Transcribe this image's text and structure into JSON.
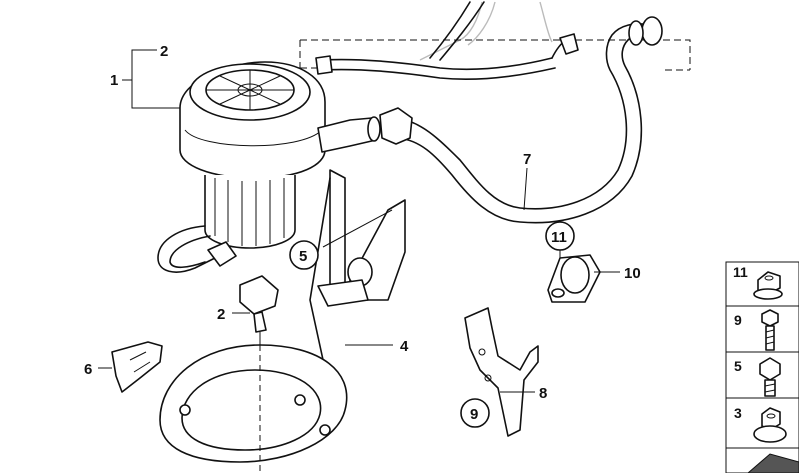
{
  "diagram": {
    "callouts": [
      {
        "id": "c1",
        "text": "1"
      },
      {
        "id": "c2a",
        "text": "2"
      },
      {
        "id": "c2b",
        "text": "2"
      },
      {
        "id": "c4",
        "text": "4"
      },
      {
        "id": "c5",
        "text": "5",
        "circled": true
      },
      {
        "id": "c6",
        "text": "6"
      },
      {
        "id": "c7",
        "text": "7"
      },
      {
        "id": "c8",
        "text": "8"
      },
      {
        "id": "c9",
        "text": "9",
        "circled": true
      },
      {
        "id": "c10",
        "text": "10"
      },
      {
        "id": "c11",
        "text": "11",
        "circled": true
      }
    ],
    "hardware_legend": [
      {
        "text": "11",
        "icon": "flange-nut-icon"
      },
      {
        "text": "9",
        "icon": "hex-bolt-short-icon"
      },
      {
        "text": "5",
        "icon": "hex-bolt-icon"
      },
      {
        "text": "3",
        "icon": "collar-nut-icon"
      }
    ]
  }
}
